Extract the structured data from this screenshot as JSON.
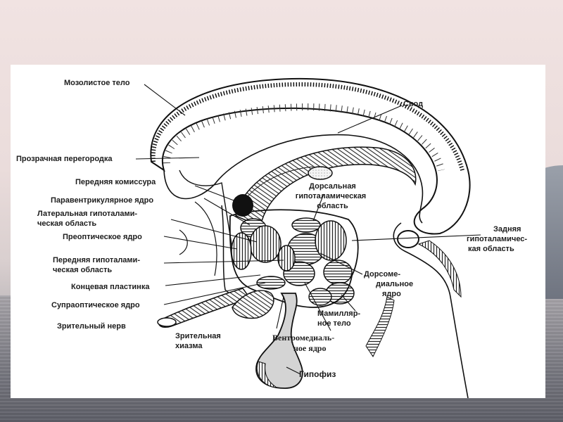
{
  "labels": {
    "corpus_callosum": "Мозолистое тело",
    "fornix": "Свод",
    "septum_pellucidum": "Прозрачная перегородка",
    "anterior_commissure": "Передняя комиссура",
    "paraventricular_nucleus": "Паравентрикулярное  ядро",
    "lateral_area_1": "Латеральная гипоталами-",
    "lateral_area_2": "ческая область",
    "preoptic_nucleus": "Преоптическое ядро",
    "anterior_area_1": "Передняя гипоталами-",
    "anterior_area_2": "ческая область",
    "lamina_terminalis": "Концевая пластинка",
    "supraoptic_nucleus": "Супраоптическое ядро",
    "optic_nerve": "Зрительный нерв",
    "optic_chiasm_1": "Зрительная",
    "optic_chiasm_2": "хиазма",
    "dorsal_area_1": "Дорсальная",
    "dorsal_area_2": "гипоталамическая",
    "dorsal_area_3": "область",
    "posterior_area_1": "Задняя",
    "posterior_area_2": "гипоталамичес-",
    "posterior_area_3": "кая  область",
    "dorsomedial_1": "Дорсоме-",
    "dorsomedial_2": "диальное",
    "dorsomedial_3": "ядро",
    "mamillary_1": "Мамилляр-",
    "mamillary_2": "ное тело",
    "ventromedial_1": "Вентромедиаль-",
    "ventromedial_2": "ное ядро",
    "pituitary": "Гипофиз"
  }
}
